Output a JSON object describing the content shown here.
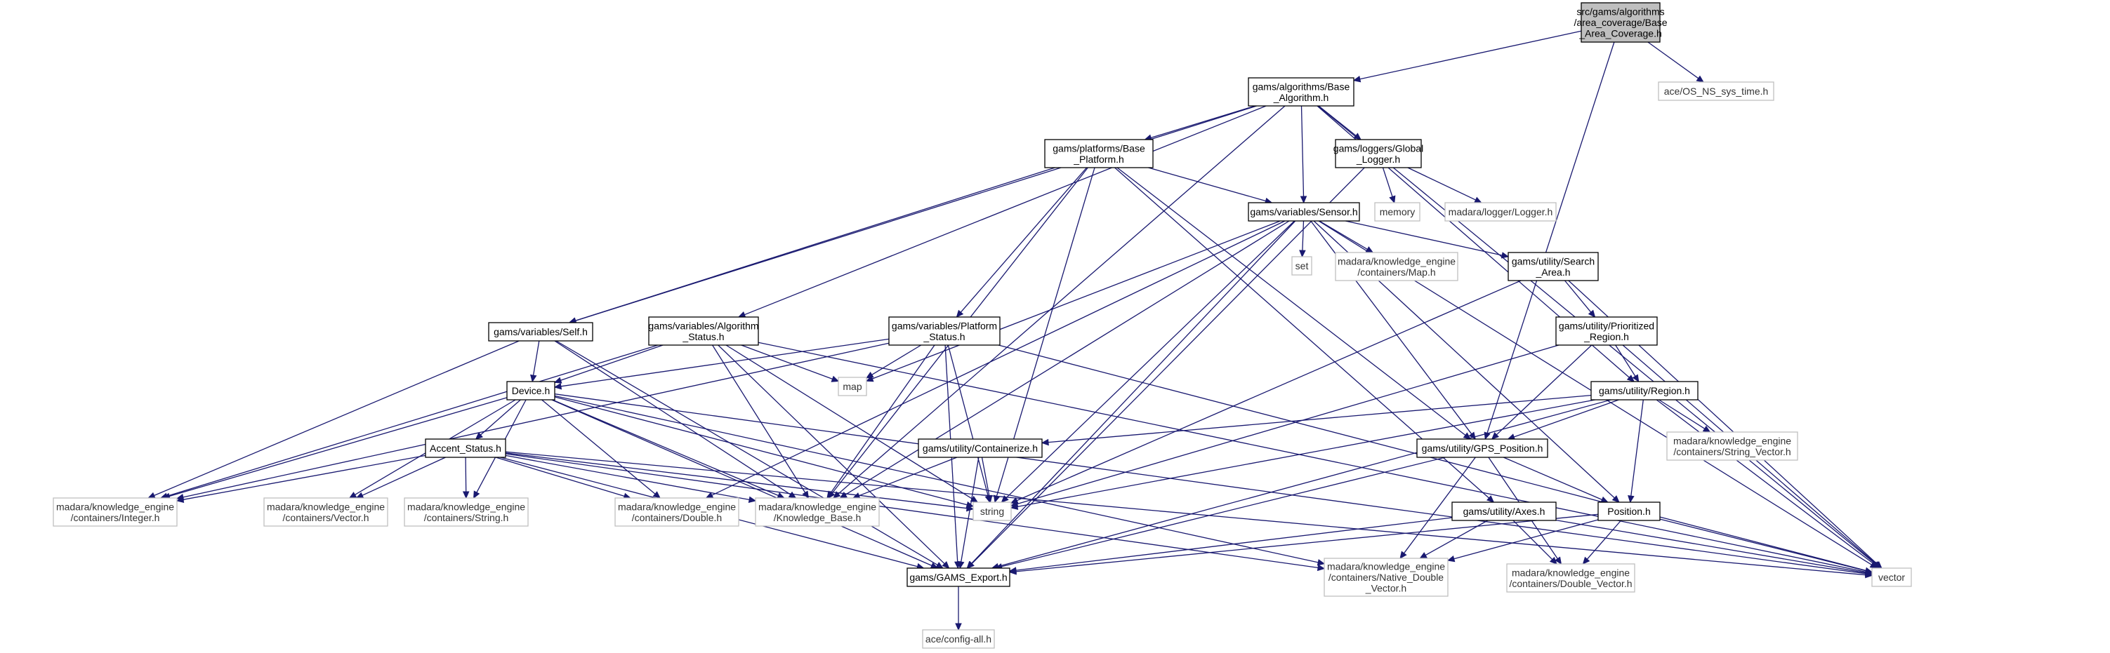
{
  "nodes": [
    {
      "id": "root",
      "lines": [
        "src/gams/algorithms",
        "/area_coverage/Base",
        "_Area_Coverage.h"
      ],
      "kind": "root"
    },
    {
      "id": "base_algo",
      "lines": [
        "gams/algorithms/Base",
        "_Algorithm.h"
      ],
      "kind": "internal"
    },
    {
      "id": "os_ns",
      "lines": [
        "ace/OS_NS_sys_time.h"
      ],
      "kind": "external"
    },
    {
      "id": "base_plat",
      "lines": [
        "gams/platforms/Base",
        "_Platform.h"
      ],
      "kind": "internal"
    },
    {
      "id": "glogger",
      "lines": [
        "gams/loggers/Global",
        "_Logger.h"
      ],
      "kind": "internal"
    },
    {
      "id": "sensor",
      "lines": [
        "gams/variables/Sensor.h"
      ],
      "kind": "internal"
    },
    {
      "id": "memory",
      "lines": [
        "memory"
      ],
      "kind": "external"
    },
    {
      "id": "logger",
      "lines": [
        "madara/logger/Logger.h"
      ],
      "kind": "external"
    },
    {
      "id": "set",
      "lines": [
        "set"
      ],
      "kind": "external"
    },
    {
      "id": "kmap",
      "lines": [
        "madara/knowledge_engine",
        "/containers/Map.h"
      ],
      "kind": "external"
    },
    {
      "id": "search",
      "lines": [
        "gams/utility/Search",
        "_Area.h"
      ],
      "kind": "internal"
    },
    {
      "id": "self",
      "lines": [
        "gams/variables/Self.h"
      ],
      "kind": "internal"
    },
    {
      "id": "algstat",
      "lines": [
        "gams/variables/Algorithm",
        "_Status.h"
      ],
      "kind": "internal"
    },
    {
      "id": "platstat",
      "lines": [
        "gams/variables/Platform",
        "_Status.h"
      ],
      "kind": "internal"
    },
    {
      "id": "prior",
      "lines": [
        "gams/utility/Prioritized",
        "_Region.h"
      ],
      "kind": "internal"
    },
    {
      "id": "map",
      "lines": [
        "map"
      ],
      "kind": "external"
    },
    {
      "id": "device",
      "lines": [
        "Device.h"
      ],
      "kind": "internal"
    },
    {
      "id": "region",
      "lines": [
        "gams/utility/Region.h"
      ],
      "kind": "internal"
    },
    {
      "id": "strvec",
      "lines": [
        "madara/knowledge_engine",
        "/containers/String_Vector.h"
      ],
      "kind": "external"
    },
    {
      "id": "accent",
      "lines": [
        "Accent_Status.h"
      ],
      "kind": "internal"
    },
    {
      "id": "contain",
      "lines": [
        "gams/utility/Containerize.h"
      ],
      "kind": "internal"
    },
    {
      "id": "gps",
      "lines": [
        "gams/utility/GPS_Position.h"
      ],
      "kind": "internal"
    },
    {
      "id": "kint",
      "lines": [
        "madara/knowledge_engine",
        "/containers/Integer.h"
      ],
      "kind": "external"
    },
    {
      "id": "kvec",
      "lines": [
        "madara/knowledge_engine",
        "/containers/Vector.h"
      ],
      "kind": "external"
    },
    {
      "id": "kstr",
      "lines": [
        "madara/knowledge_engine",
        "/containers/String.h"
      ],
      "kind": "external"
    },
    {
      "id": "kdbl",
      "lines": [
        "madara/knowledge_engine",
        "/containers/Double.h"
      ],
      "kind": "external"
    },
    {
      "id": "kbase",
      "lines": [
        "madara/knowledge_engine",
        "/Knowledge_Base.h"
      ],
      "kind": "external"
    },
    {
      "id": "string",
      "lines": [
        "string"
      ],
      "kind": "external"
    },
    {
      "id": "position",
      "lines": [
        "Position.h"
      ],
      "kind": "internal"
    },
    {
      "id": "axes",
      "lines": [
        "gams/utility/Axes.h"
      ],
      "kind": "internal"
    },
    {
      "id": "vector",
      "lines": [
        "vector"
      ],
      "kind": "external"
    },
    {
      "id": "export",
      "lines": [
        "gams/GAMS_Export.h"
      ],
      "kind": "internal"
    },
    {
      "id": "ndvec",
      "lines": [
        "madara/knowledge_engine",
        "/containers/Native_Double",
        "_Vector.h"
      ],
      "kind": "external"
    },
    {
      "id": "dvec",
      "lines": [
        "madara/knowledge_engine",
        "/containers/Double_Vector.h"
      ],
      "kind": "external"
    },
    {
      "id": "aceconf",
      "lines": [
        "ace/config-all.h"
      ],
      "kind": "external"
    }
  ],
  "edges": [
    [
      "root",
      "base_algo"
    ],
    [
      "root",
      "os_ns"
    ],
    [
      "root",
      "gps"
    ],
    [
      "base_algo",
      "base_plat"
    ],
    [
      "base_algo",
      "glogger"
    ],
    [
      "base_algo",
      "sensor"
    ],
    [
      "base_algo",
      "self"
    ],
    [
      "base_algo",
      "algstat"
    ],
    [
      "base_algo",
      "kbase"
    ],
    [
      "base_algo",
      "region"
    ],
    [
      "base_algo",
      "vector"
    ],
    [
      "base_plat",
      "sensor"
    ],
    [
      "base_plat",
      "self"
    ],
    [
      "base_plat",
      "platstat"
    ],
    [
      "base_plat",
      "string"
    ],
    [
      "base_plat",
      "gps"
    ],
    [
      "base_plat",
      "axes"
    ],
    [
      "base_plat",
      "kbase"
    ],
    [
      "glogger",
      "memory"
    ],
    [
      "glogger",
      "logger"
    ],
    [
      "glogger",
      "export"
    ],
    [
      "sensor",
      "set"
    ],
    [
      "sensor",
      "kmap"
    ],
    [
      "sensor",
      "search"
    ],
    [
      "sensor",
      "map"
    ],
    [
      "sensor",
      "gps"
    ],
    [
      "sensor",
      "string"
    ],
    [
      "sensor",
      "export"
    ],
    [
      "sensor",
      "kdbl"
    ],
    [
      "sensor",
      "vector"
    ],
    [
      "sensor",
      "kbase"
    ],
    [
      "sensor",
      "position"
    ],
    [
      "search",
      "prior"
    ],
    [
      "search",
      "string"
    ],
    [
      "search",
      "vector"
    ],
    [
      "prior",
      "region"
    ],
    [
      "prior",
      "gps"
    ],
    [
      "prior",
      "string"
    ],
    [
      "prior",
      "vector"
    ],
    [
      "self",
      "device"
    ],
    [
      "self",
      "kint"
    ],
    [
      "self",
      "kbase"
    ],
    [
      "self",
      "export"
    ],
    [
      "algstat",
      "device"
    ],
    [
      "algstat",
      "map"
    ],
    [
      "algstat",
      "string"
    ],
    [
      "algstat",
      "kint"
    ],
    [
      "algstat",
      "export"
    ],
    [
      "algstat",
      "kbase"
    ],
    [
      "algstat",
      "vector"
    ],
    [
      "platstat",
      "device"
    ],
    [
      "platstat",
      "map"
    ],
    [
      "platstat",
      "string"
    ],
    [
      "platstat",
      "export"
    ],
    [
      "platstat",
      "kbase"
    ],
    [
      "platstat",
      "kint"
    ],
    [
      "platstat",
      "vector"
    ],
    [
      "device",
      "accent"
    ],
    [
      "device",
      "kint"
    ],
    [
      "device",
      "kvec"
    ],
    [
      "device",
      "kstr"
    ],
    [
      "device",
      "kdbl"
    ],
    [
      "device",
      "kbase"
    ],
    [
      "device",
      "string"
    ],
    [
      "device",
      "export"
    ],
    [
      "device",
      "ndvec"
    ],
    [
      "device",
      "vector"
    ],
    [
      "region",
      "strvec"
    ],
    [
      "region",
      "gps"
    ],
    [
      "region",
      "contain"
    ],
    [
      "region",
      "position"
    ],
    [
      "region",
      "string"
    ],
    [
      "region",
      "vector"
    ],
    [
      "region",
      "export"
    ],
    [
      "accent",
      "kint"
    ],
    [
      "accent",
      "kvec"
    ],
    [
      "accent",
      "kstr"
    ],
    [
      "accent",
      "kdbl"
    ],
    [
      "accent",
      "kbase"
    ],
    [
      "accent",
      "string"
    ],
    [
      "accent",
      "export"
    ],
    [
      "accent",
      "ndvec"
    ],
    [
      "accent",
      "vector"
    ],
    [
      "contain",
      "kbase"
    ],
    [
      "contain",
      "string"
    ],
    [
      "contain",
      "export"
    ],
    [
      "gps",
      "position"
    ],
    [
      "gps",
      "export"
    ],
    [
      "gps",
      "ndvec"
    ],
    [
      "gps",
      "dvec"
    ],
    [
      "position",
      "export"
    ],
    [
      "position",
      "ndvec"
    ],
    [
      "position",
      "dvec"
    ],
    [
      "position",
      "vector"
    ],
    [
      "axes",
      "export"
    ],
    [
      "axes",
      "ndvec"
    ],
    [
      "axes",
      "dvec"
    ],
    [
      "axes",
      "vector"
    ],
    [
      "export",
      "aceconf"
    ]
  ]
}
